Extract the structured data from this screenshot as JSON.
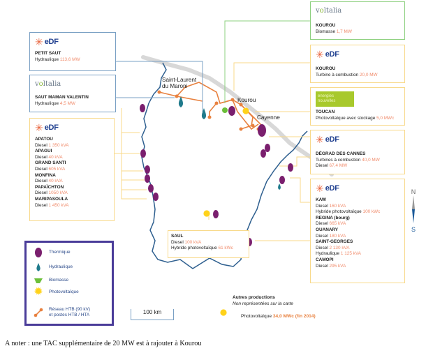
{
  "map": {
    "cities": [
      "Saint-Laurent du Maroni",
      "Kourou",
      "Cayenne"
    ],
    "scale_label": "100 km",
    "compass": {
      "north": "N",
      "south": "S"
    }
  },
  "boxes": {
    "petit_saut": {
      "logo": "EDF",
      "logo_text": "eDF",
      "site": "PETIT SAUT",
      "lines": [
        {
          "label": "Hydraulique",
          "value": "113,6 MW"
        }
      ]
    },
    "saut_maman": {
      "logo": "voltalia",
      "site": "SAUT MAMAN VALENTIN",
      "lines": [
        {
          "label": "Hydraulique",
          "value": "4,5 MW"
        }
      ]
    },
    "west_edf": {
      "logo": "EDF",
      "logo_text": "eDF",
      "sites": [
        {
          "site": "APATOU",
          "label": "Diesel",
          "value": "1 350 kVA"
        },
        {
          "site": "APAGUI",
          "label": "Diesel",
          "value": "40 kVA"
        },
        {
          "site": "GRAND SANTI",
          "label": "Diesel",
          "value": "605 kVA"
        },
        {
          "site": "MONFINA",
          "label": "Diesel",
          "value": "40 kVA"
        },
        {
          "site": "PAPAÏCHTON",
          "label": "Diesel",
          "value": "1050 kVA"
        },
        {
          "site": "MARIPASOULA",
          "label": "Diesel",
          "value": "1 450 kVA"
        }
      ]
    },
    "kourou_biomass": {
      "logo": "voltalia",
      "site": "KOUROU",
      "lines": [
        {
          "label": "Biomasse",
          "value": "1,7 MW"
        }
      ]
    },
    "kourou_tac": {
      "logo": "EDF",
      "logo_text": "eDF",
      "site": "KOUROU",
      "lines": [
        {
          "label": "Turbine à combustion",
          "value": "20,0 MW"
        }
      ]
    },
    "toucan": {
      "logo": "energies nouvelles",
      "logo_text1": "energies",
      "logo_text2": "nouvelles",
      "site": "TOUCAN",
      "lines": [
        {
          "label": "Photovoltaïque avec stockage",
          "value": "5,0 MWc"
        }
      ]
    },
    "degrad": {
      "logo": "EDF",
      "logo_text": "eDF",
      "site": "DÉGRAD DES CANNES",
      "lines": [
        {
          "label": "Turbines à combustion",
          "value": "40,0 MW"
        },
        {
          "label": "Diesel",
          "value": "67,4 MW"
        }
      ]
    },
    "east_edf": {
      "logo": "EDF",
      "logo_text": "eDF",
      "sites": [
        {
          "site": "KAW",
          "lines": [
            {
              "label": "Diesel",
              "value": "160 kVA"
            },
            {
              "label": "Hybride photovoltaïque",
              "value": "100 kWc"
            }
          ]
        },
        {
          "site": "REGINA (bourg)",
          "lines": [
            {
              "label": "Diesel",
              "value": "665 kVA"
            }
          ]
        },
        {
          "site": "OUANARY",
          "lines": [
            {
              "label": "Diesel",
              "value": "180 kVA"
            }
          ]
        },
        {
          "site": "SAINT-GEORGES",
          "lines": [
            {
              "label": "Diesel",
              "value": "2 130 kVA"
            },
            {
              "label": "Hydraulique",
              "value": "1 125 kVA"
            }
          ]
        },
        {
          "site": "CAMOPI",
          "lines": [
            {
              "label": "Diesel",
              "value": "295 kVA"
            }
          ]
        }
      ]
    },
    "saul": {
      "site": "SAUL",
      "lines": [
        {
          "label": "Diesel",
          "value": "100 kVA"
        },
        {
          "label": "Hybride photovoltaïque",
          "value": "61 kWc"
        }
      ]
    }
  },
  "legend": [
    {
      "icon": "thermal-icon",
      "label": "Thermique"
    },
    {
      "icon": "hydro-icon",
      "label": "Hydraulique"
    },
    {
      "icon": "biomass-icon",
      "label": "Biomasse"
    },
    {
      "icon": "solar-icon",
      "label": "Photovoltaïque"
    },
    {
      "icon": "grid-icon",
      "label": "Réseau HTB (90 kV)",
      "label2": "et postes HTB / HTA"
    }
  ],
  "other_production": {
    "title": "Autres productions",
    "subtitle": "Non représentées sur la carte",
    "label": "Photovoltaïque",
    "value": "34,0 MWc (fin 2014)"
  },
  "colors": {
    "thermal": "#7a1f6e",
    "hydro": "#1f7a8c",
    "biomass": "#6cbf3a",
    "solar": "#ffd21a",
    "grid": "#e8813f",
    "value": "#f08a6a",
    "border_map": "#2e5f8f"
  },
  "footer": "A noter : une TAC supplémentaire de 20 MW est à rajouter à Kourou"
}
